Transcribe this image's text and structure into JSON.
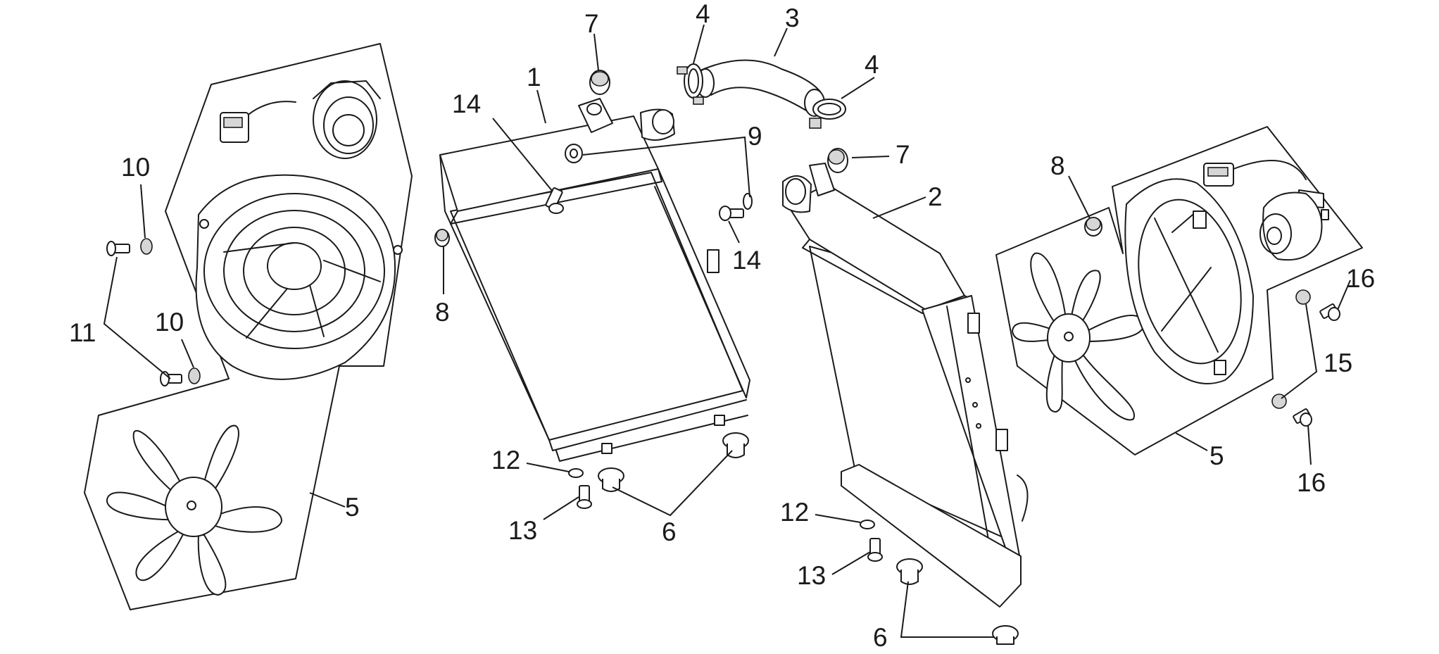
{
  "callouts": {
    "c1": "1",
    "c2": "2",
    "c3": "3",
    "c4a": "4",
    "c4b": "4",
    "c5a": "5",
    "c5b": "5",
    "c6a": "6",
    "c6b": "6",
    "c7a": "7",
    "c7b": "7",
    "c8a": "8",
    "c8b": "8",
    "c9": "9",
    "c10a": "10",
    "c10b": "10",
    "c11": "11",
    "c12a": "12",
    "c12b": "12",
    "c13a": "13",
    "c13b": "13",
    "c14a": "14",
    "c14b": "14",
    "c15": "15",
    "c16a": "16",
    "c16b": "16"
  },
  "colors": {
    "ink": "#1a1a1a",
    "background": "#ffffff",
    "shade": "#d6d6d6"
  }
}
